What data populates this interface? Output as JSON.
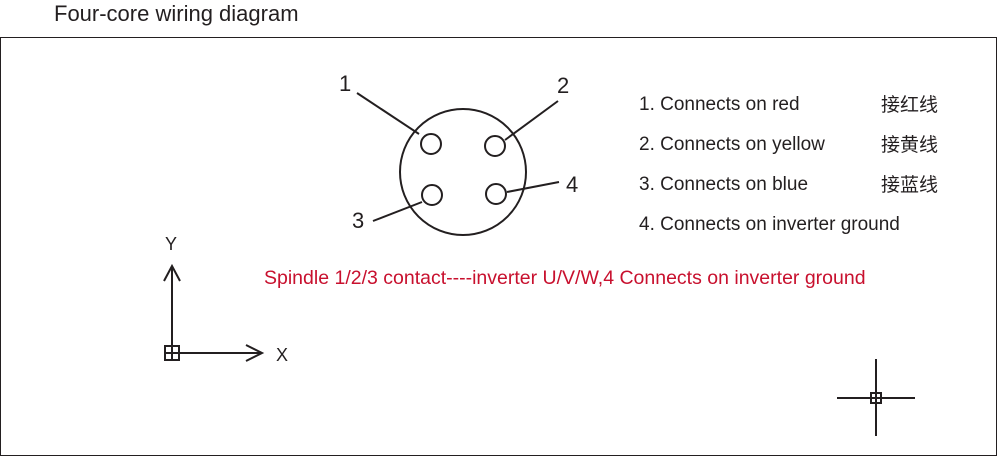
{
  "title": "Four-core wiring diagram",
  "connector": {
    "pin_labels": [
      "1",
      "2",
      "3",
      "4"
    ]
  },
  "legend": [
    {
      "text": "1. Connects on red",
      "cn": "接红线"
    },
    {
      "text": "2. Connects on yellow",
      "cn": "接黄线"
    },
    {
      "text": "3. Connects on blue",
      "cn": "接蓝线"
    },
    {
      "text": "4. Connects on inverter ground",
      "cn": ""
    }
  ],
  "note": {
    "text": "Spindle 1/2/3 contact----inverter U/V/W,4 Connects on inverter ground",
    "color": "#c8102e"
  },
  "axes": {
    "x_label": "X",
    "y_label": "Y"
  }
}
